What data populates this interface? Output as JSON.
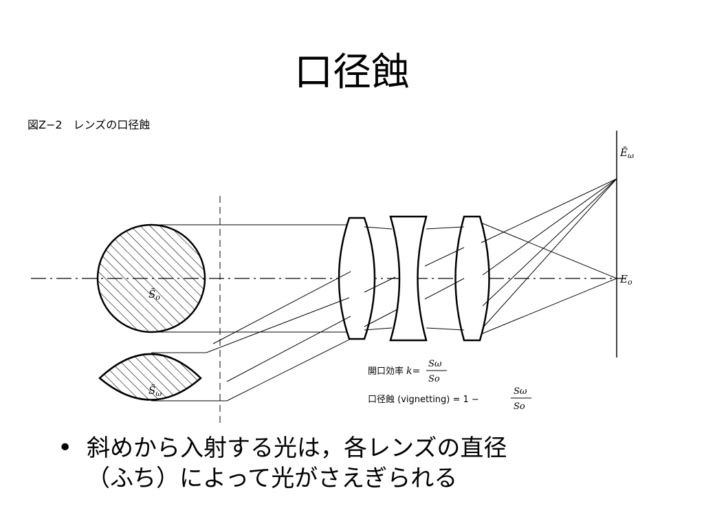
{
  "slide": {
    "title": "口径蝕"
  },
  "figure": {
    "caption": "図Z−2　レンズの口径蝕",
    "labels": {
      "E_omega": "Ē",
      "E_omega_sub": "ω",
      "E_o": "E",
      "E_o_sub": "o",
      "S_o": "S̄",
      "S_o_sub": "o",
      "S_omega": "S̄",
      "S_omega_sub": "ω"
    },
    "formula1": {
      "prefix": "開口効率",
      "var": "k=",
      "numerator": "Sω",
      "denominator": "So"
    },
    "formula2": {
      "prefix": "口径蝕 (vignetting) = 1 −",
      "numerator": "Sω",
      "denominator": "So"
    }
  },
  "bullet": {
    "line1": "斜めから入射する光は，各レンズの直径",
    "line2": "（ふち）によって光がさえぎられる"
  }
}
